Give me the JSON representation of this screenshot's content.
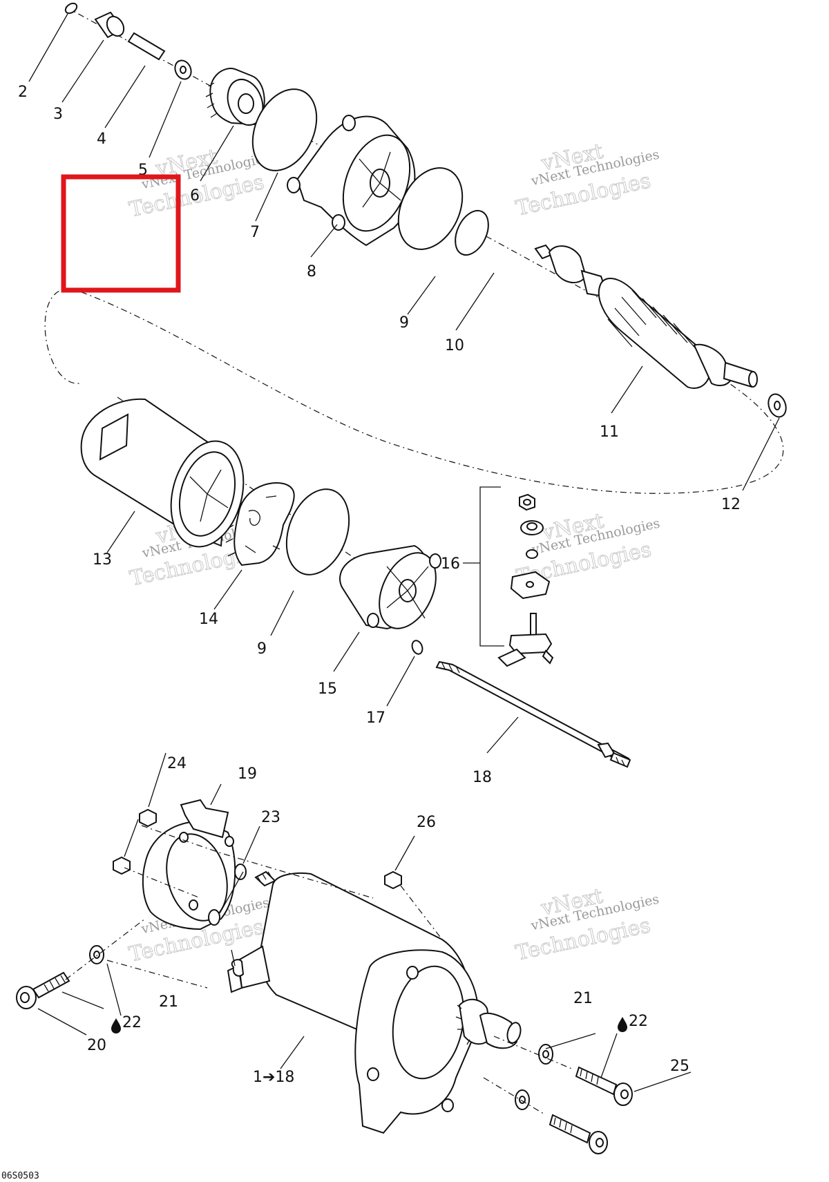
{
  "callouts": {
    "n2": "2",
    "n3": "3",
    "n4": "4",
    "n5": "5",
    "n6": "6",
    "n7": "7",
    "n8": "8",
    "n9a": "9",
    "n9b": "9",
    "n10": "10",
    "n11": "11",
    "n12": "12",
    "n13": "13",
    "n14": "14",
    "n15": "15",
    "n16": "16",
    "n17": "17",
    "n18": "18",
    "n19": "19",
    "n20": "20",
    "n21a": "21",
    "n21b": "21",
    "n22a": "22",
    "n22b": "22",
    "n23": "23",
    "n24": "24",
    "n25": "25",
    "n26": "26",
    "n1to18": "1➔18"
  },
  "watermark": {
    "line1": "vNext Technologies",
    "line2": "vNext",
    "line3": "Technologies"
  },
  "diagram_code": "06S0503",
  "highlight": {
    "color": "#e0161b"
  }
}
